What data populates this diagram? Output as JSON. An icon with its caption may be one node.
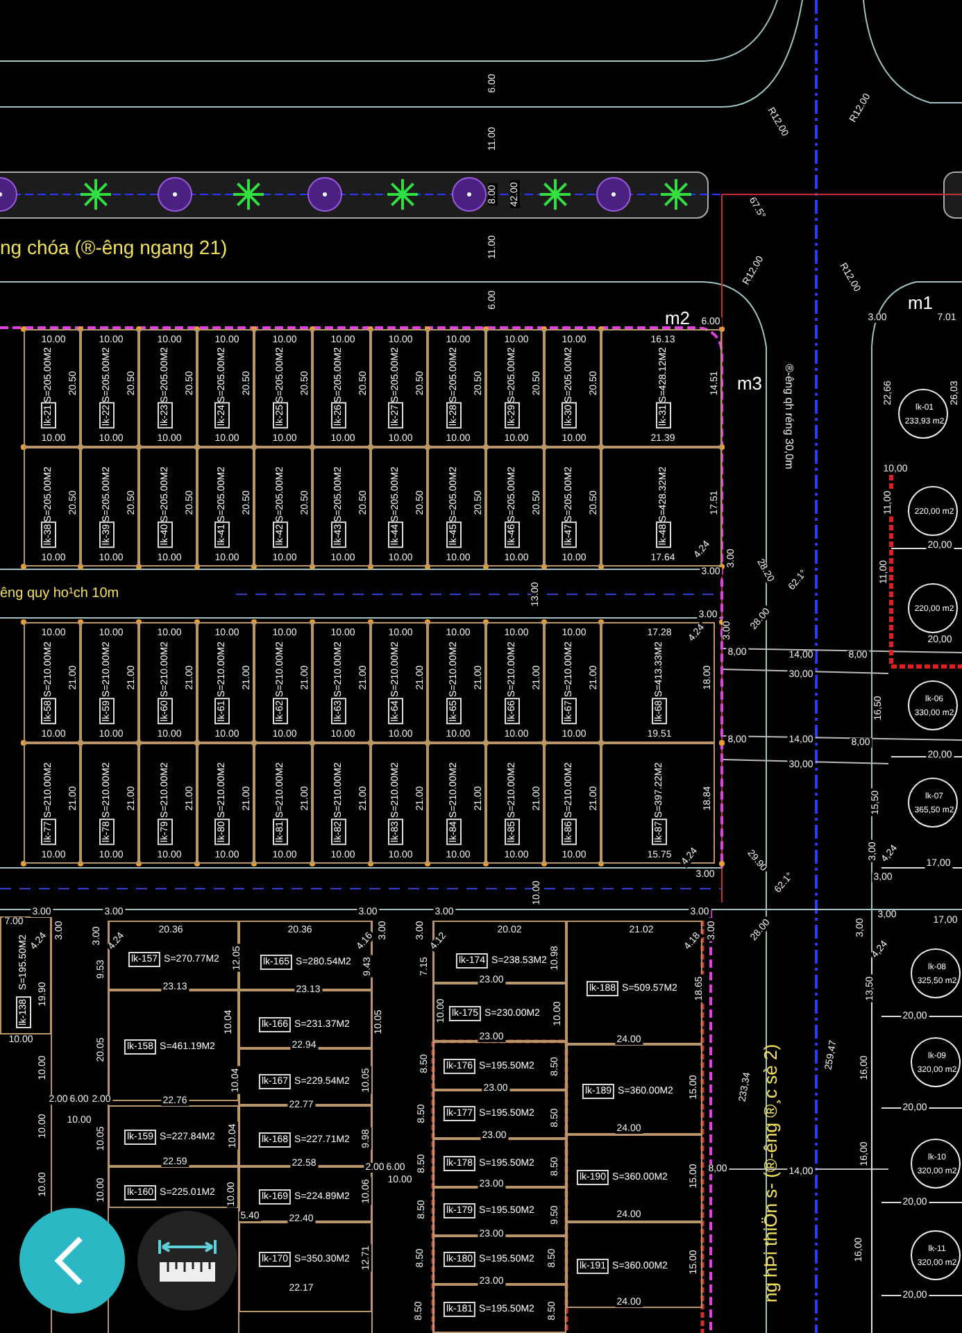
{
  "diagram": {
    "nodes": [
      {
        "text": [
          "lk-21",
          "S=205.00M2",
          "10.00",
          "10.00",
          "20.50"
        ]
      },
      {
        "text": [
          "lk-22",
          "S=205.00M2",
          "10.00",
          "10.00",
          "20.50"
        ]
      },
      {
        "text": [
          "lk-23",
          "S=205.00M2",
          "10.00",
          "10.00",
          "20.50"
        ]
      },
      {
        "text": [
          "lk-24",
          "S=205.00M2",
          "10.00",
          "10.00",
          "20.50"
        ]
      },
      {
        "text": [
          "lk-25",
          "S=205.00M2",
          "10.00",
          "10.00",
          "20.50"
        ]
      },
      {
        "text": [
          "lk-26",
          "S=205.00M2",
          "10.00",
          "10.00",
          "20.50"
        ]
      },
      {
        "text": [
          "lk-27",
          "S=205.00M2",
          "10.00",
          "10.00",
          "20.50"
        ]
      },
      {
        "text": [
          "lk-28",
          "S=205.00M2",
          "10.00",
          "10.00",
          "20.50"
        ]
      },
      {
        "text": [
          "lk-29",
          "S=205.00M2",
          "10.00",
          "10.00",
          "20.50"
        ]
      },
      {
        "text": [
          "lk-30",
          "S=205.00M2",
          "10.00",
          "10.00",
          "20.50"
        ]
      },
      {
        "text": [
          "lk-31",
          "S=428.12M2",
          "16.13",
          "21.39",
          "14.51"
        ]
      },
      {
        "text": [
          "lk-38",
          "S=205.00M2",
          "10.00",
          "20.50"
        ]
      },
      {
        "text": [
          "lk-39",
          "S=205.00M2",
          "10.00",
          "20.50"
        ]
      },
      {
        "text": [
          "lk-40",
          "S=205.00M2",
          "10.00",
          "20.50"
        ]
      },
      {
        "text": [
          "lk-41",
          "S=205.00M2",
          "10.00",
          "20.50"
        ]
      },
      {
        "text": [
          "lk-42",
          "S=205.00M2",
          "10.00",
          "20.50"
        ]
      },
      {
        "text": [
          "lk-43",
          "S=205.00M2",
          "10.00",
          "20.50"
        ]
      },
      {
        "text": [
          "lk-44",
          "S=205.00M2",
          "10.00",
          "20.50"
        ]
      },
      {
        "text": [
          "lk-45",
          "S=205.00M2",
          "10.00",
          "20.50"
        ]
      },
      {
        "text": [
          "lk-46",
          "S=205.00M2",
          "10.00",
          "20.50"
        ]
      },
      {
        "text": [
          "lk-47",
          "S=205.00M2",
          "10.00",
          "20.50"
        ]
      },
      {
        "text": [
          "lk-48",
          "S=428.32M2",
          "17.64",
          "17.51"
        ]
      },
      {
        "text": [
          "lk-58",
          "S=210.00M2",
          "10.00",
          "10.00",
          "21.00"
        ]
      },
      {
        "text": [
          "lk-59",
          "S=210.00M2",
          "10.00",
          "10.00",
          "21.00"
        ]
      },
      {
        "text": [
          "lk-60",
          "S=210.00M2",
          "10.00",
          "10.00",
          "21.00"
        ]
      },
      {
        "text": [
          "lk-61",
          "S=210.00M2",
          "10.00",
          "10.00",
          "21.00"
        ]
      },
      {
        "text": [
          "lk-62",
          "S=210.00M2",
          "10.00",
          "10.00",
          "21.00"
        ]
      },
      {
        "text": [
          "lk-63",
          "S=210.00M2",
          "10.00",
          "10.00",
          "21.00"
        ]
      },
      {
        "text": [
          "lk-64",
          "S=210.00M2",
          "10.00",
          "10.00",
          "21.00"
        ]
      },
      {
        "text": [
          "lk-65",
          "S=210.00M2",
          "10.00",
          "10.00",
          "21.00"
        ]
      },
      {
        "text": [
          "lk-66",
          "S=210.00M2",
          "10.00",
          "10.00",
          "21.00"
        ]
      },
      {
        "text": [
          "lk-67",
          "S=210.00M2",
          "10.00",
          "10.00",
          "21.00"
        ]
      },
      {
        "text": [
          "lk-68",
          "S=413.33M2",
          "17.28",
          "19.51",
          "18.00"
        ]
      },
      {
        "text": [
          "lk-77",
          "S=210.00M2",
          "10.00",
          "21.00"
        ]
      },
      {
        "text": [
          "lk-78",
          "S=210.00M2",
          "10.00",
          "21.00"
        ]
      },
      {
        "text": [
          "lk-79",
          "S=210.00M2",
          "10.00",
          "21.00"
        ]
      },
      {
        "text": [
          "lk-80",
          "S=210.00M2",
          "10.00",
          "21.00"
        ]
      },
      {
        "text": [
          "lk-81",
          "S=210.00M2",
          "10.00",
          "21.00"
        ]
      },
      {
        "text": [
          "lk-82",
          "S=210.00M2",
          "10.00",
          "21.00"
        ]
      },
      {
        "text": [
          "lk-83",
          "S=210.00M2",
          "10.00",
          "21.00"
        ]
      },
      {
        "text": [
          "lk-84",
          "S=210.00M2",
          "10.00",
          "21.00"
        ]
      },
      {
        "text": [
          "lk-85",
          "S=210.00M2",
          "10.00",
          "21.00"
        ]
      },
      {
        "text": [
          "lk-86",
          "S=210.00M2",
          "10.00",
          "21.00"
        ]
      },
      {
        "text": [
          "lk-87",
          "S=397.22M2",
          "15.75",
          "18.84"
        ]
      },
      {
        "text": [
          "lk-01",
          "233,93 m2"
        ]
      },
      {
        "text": [
          "220,00 m2"
        ]
      },
      {
        "text": [
          "220,00 m2"
        ]
      },
      {
        "text": [
          "lk-06",
          "330,00 m2"
        ]
      },
      {
        "text": [
          "lk-07",
          "365,50 m2"
        ]
      },
      {
        "text": [
          "lk-138",
          "S=195.50M2"
        ]
      },
      {
        "text": [
          "lk-157",
          "S=270.77M2"
        ]
      },
      {
        "text": [
          "lk-158",
          "S=461.19M2"
        ]
      },
      {
        "text": [
          "lk-159",
          "S=227.84M2"
        ]
      },
      {
        "text": [
          "lk-160",
          "S=225.01M2"
        ]
      },
      {
        "text": [
          "lk-165",
          "S=280.54M2"
        ]
      },
      {
        "text": [
          "lk-166",
          "S=231.37M2"
        ]
      },
      {
        "text": [
          "lk-167",
          "S=229.54M2"
        ]
      },
      {
        "text": [
          "lk-168",
          "S=227.71M2"
        ]
      },
      {
        "text": [
          "lk-169",
          "S=224.89M2"
        ]
      },
      {
        "text": [
          "lk-170",
          "S=350.30M2"
        ]
      },
      {
        "text": [
          "lk-174",
          "S=238.53M2"
        ]
      },
      {
        "text": [
          "lk-175",
          "S=230.00M2"
        ]
      },
      {
        "text": [
          "lk-176",
          "S=195.50M2"
        ]
      },
      {
        "text": [
          "lk-177",
          "S=195.50M2"
        ]
      },
      {
        "text": [
          "lk-178",
          "S=195.50M2"
        ]
      },
      {
        "text": [
          "lk-179",
          "S=195.50M2"
        ]
      },
      {
        "text": [
          "lk-180",
          "S=195.50M2"
        ]
      },
      {
        "text": [
          "lk-181",
          "S=195.50M2"
        ]
      },
      {
        "text": [
          "lk-188",
          "S=509.57M2"
        ]
      },
      {
        "text": [
          "lk-189",
          "S=360.00M2"
        ]
      },
      {
        "text": [
          "lk-190",
          "S=360.00M2"
        ]
      },
      {
        "text": [
          "lk-191",
          "S=360.00M2"
        ]
      },
      {
        "text": [
          "lk-08",
          "325,50 m2"
        ]
      },
      {
        "text": [
          "lk-09",
          "320,00 m2"
        ]
      },
      {
        "text": [
          "lk-10",
          "320,00 m2"
        ]
      },
      {
        "text": [
          "lk-11",
          "320,00 m2"
        ]
      }
    ],
    "labels": [
      "6.00",
      "11.00",
      "8.00",
      "42.00",
      "11.00",
      "6.00",
      "R12.00",
      "R12.00",
      "67.5°",
      "ng chóa (®-êng ngang 21)",
      "R12.00",
      "R12.00",
      "m2",
      "6.00",
      "3.00",
      "m1",
      "7.01",
      "m3",
      "®-êng qh réng 30,0m",
      "22,66",
      "26,03",
      "10,00",
      "11,00",
      "4.24",
      "3.00",
      "20,00",
      "3.00",
      "28.20",
      "62.1°",
      "11,00",
      "êng quy ho¹ch 10m",
      "13.00",
      "4.24",
      "3.00",
      "3.00",
      "28.00",
      "20,00",
      "8,00",
      "14,00",
      "8,00",
      "30,00",
      "16,50",
      "8,00",
      "14,00",
      "8,00",
      "30,00",
      "20,00",
      "15,50",
      "4.24",
      "29.90",
      "3,00",
      "4,24",
      "17,00",
      "10.00",
      "3.00",
      "62.1°",
      "3,00",
      "7.00",
      "3.00",
      "3.00",
      "3.00",
      "3.00",
      "3.00",
      "3,00",
      "17,00",
      "4.24",
      "3.00",
      "3.00",
      "4.24",
      "20.36",
      "20.36",
      "4.16",
      "3.00",
      "3.00",
      "4.12",
      "20.02",
      "21.02",
      "4.18",
      "3.00",
      "28.00",
      "3,00",
      "4,24",
      "9.53",
      "12.05",
      "9.43",
      "7.15",
      "10.98",
      "19.90",
      "23.13",
      "23.13",
      "23.00",
      "18.65",
      "13,50",
      "10.04",
      "10.05",
      "10.00",
      "10.00",
      "20,00",
      "10.00",
      "20.05",
      "22.94",
      "23.00",
      "24.00",
      "10.00",
      "8.50",
      "8.50",
      "259,47",
      "16,00",
      "10.04",
      "10.05",
      "23.00",
      "15.00",
      "233,34",
      "2.00",
      "6.00",
      "2.00",
      "22.76",
      "22.77",
      "20,00",
      "10.00",
      "10.00",
      "8.50",
      "8.50",
      "24.00",
      "10.05",
      "10.04",
      "9.98",
      "23.00",
      "22.59",
      "22.58",
      "2.00",
      "6.00",
      "8.50",
      "8.50",
      "8,00",
      "14,00",
      "16,00",
      "10.00",
      "10.00",
      "10.00",
      "10.06",
      "10.00",
      "23.00",
      "15.00",
      "5.40",
      "22.40",
      "8.50",
      "9.50",
      "24.00",
      "20,00",
      "23.00",
      "12.71",
      "8.50",
      "8.50",
      "15.00",
      "16,00",
      "22.17",
      "23.00",
      "24.00",
      "20,00",
      "8.50",
      "8.50",
      "ng hÞi thiÖn s- (®-êng ®¸c sè 2)"
    ]
  }
}
